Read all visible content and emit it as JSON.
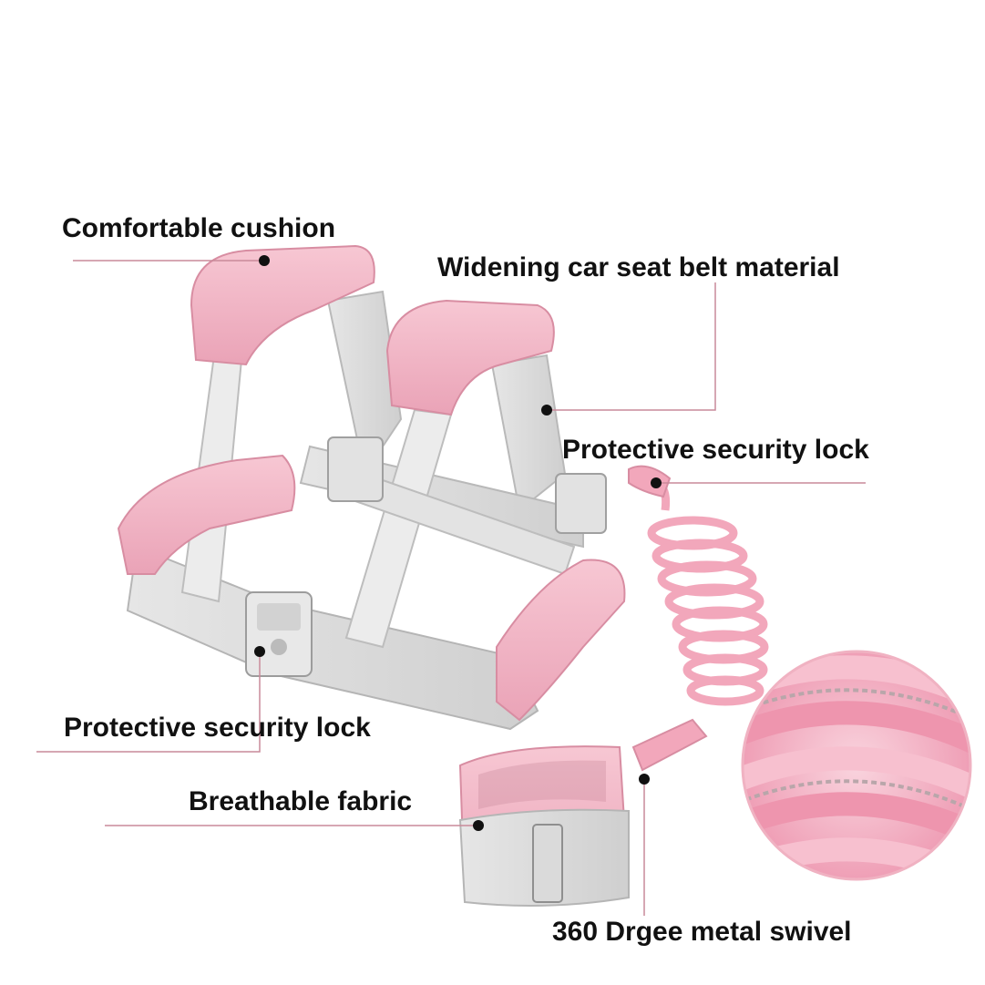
{
  "callouts": {
    "comfortable_cushion": "Comfortable cushion",
    "seat_belt_material": "Widening car seat belt material",
    "security_lock_right": "Protective security lock",
    "security_lock_left": "Protective security lock",
    "breathable_fabric": "Breathable fabric",
    "metal_swivel": "360 Drgee metal swivel"
  },
  "colors": {
    "pink": "#f4b8c6",
    "pink_dark": "#e898ad",
    "strap_gray": "#d6d6d6",
    "leader_line": "#c98a9a",
    "text": "#111111"
  }
}
